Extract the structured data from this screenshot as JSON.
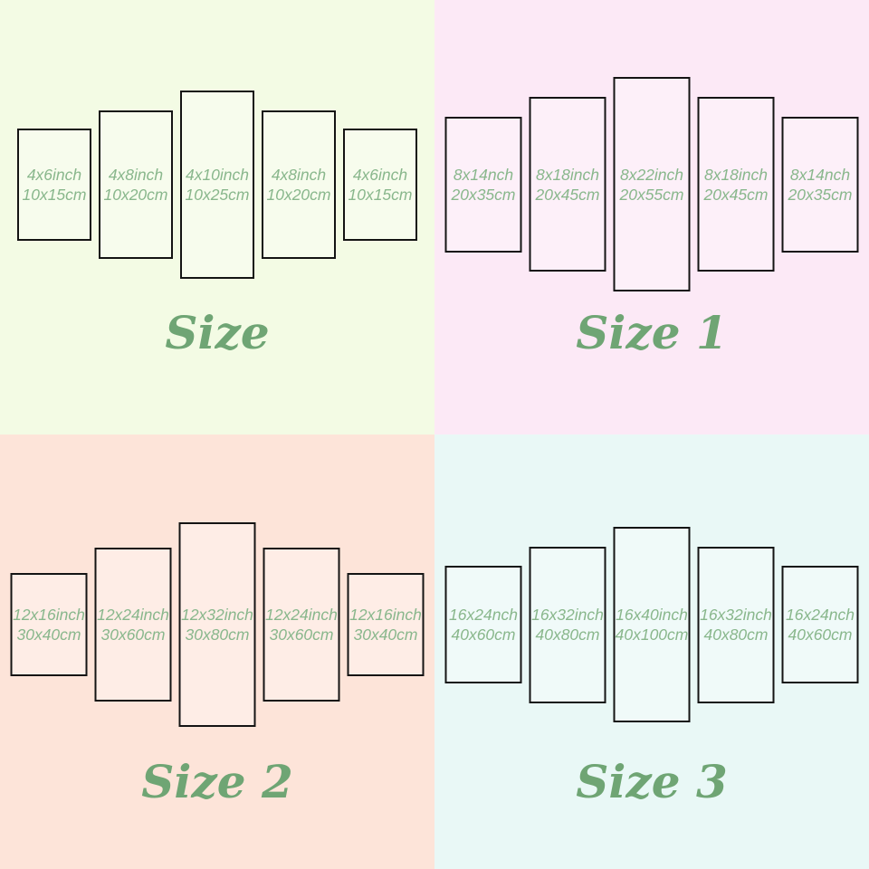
{
  "colors": {
    "panel_border": "#141414",
    "panel_text": "#89b78c",
    "label_text": "#6fa574"
  },
  "quadrants": [
    {
      "label": "Size",
      "bg": "#f3fbe4",
      "panels": [
        [
          "4x6inch",
          "10x15cm"
        ],
        [
          "4x8inch",
          "10x20cm"
        ],
        [
          "4x10inch",
          "10x25cm"
        ],
        [
          "4x8inch",
          "10x20cm"
        ],
        [
          "4x6inch",
          "10x15cm"
        ]
      ]
    },
    {
      "label": "Size 1",
      "bg": "#fce9f6",
      "panels": [
        [
          "8x14nch",
          "20x35cm"
        ],
        [
          "8x18inch",
          "20x45cm"
        ],
        [
          "8x22inch",
          "20x55cm"
        ],
        [
          "8x18inch",
          "20x45cm"
        ],
        [
          "8x14nch",
          "20x35cm"
        ]
      ]
    },
    {
      "label": "Size 2",
      "bg": "#fde4d9",
      "panels": [
        [
          "12x16inch",
          "30x40cm"
        ],
        [
          "12x24inch",
          "30x60cm"
        ],
        [
          "12x32inch",
          "30x80cm"
        ],
        [
          "12x24inch",
          "30x60cm"
        ],
        [
          "12x16inch",
          "30x40cm"
        ]
      ]
    },
    {
      "label": "Size 3",
      "bg": "#e9f8f6",
      "panels": [
        [
          "16x24nch",
          "40x60cm"
        ],
        [
          "16x32inch",
          "40x80cm"
        ],
        [
          "16x40inch",
          "40x100cm"
        ],
        [
          "16x32inch",
          "40x80cm"
        ],
        [
          "16x24nch",
          "40x60cm"
        ]
      ]
    }
  ]
}
